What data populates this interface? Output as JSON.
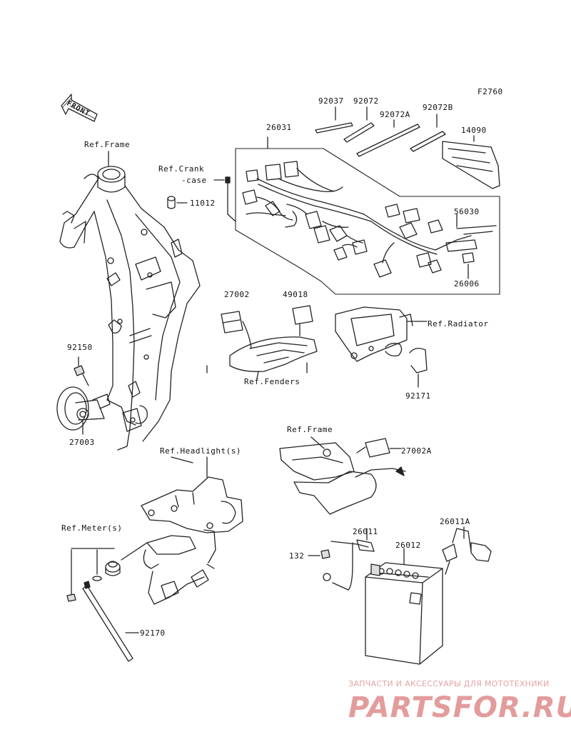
{
  "diagram_code": "F2760",
  "front_label": "FRONT",
  "labels": {
    "ref_frame_top": "Ref.Frame",
    "ref_crankcase_1": "Ref.Crank",
    "ref_crankcase_2": "-case",
    "p11012": "11012",
    "p92037": "92037",
    "p92072": "92072",
    "p92072A": "92072A",
    "p92072B": "92072B",
    "p14090": "14090",
    "p26031": "26031",
    "p56030": "56030",
    "p26006": "26006",
    "p27002": "27002",
    "p49018": "49018",
    "ref_radiator": "Ref.Radiator",
    "ref_fenders": "Ref.Fenders",
    "p92171": "92171",
    "p92150": "92150",
    "p27003": "27003",
    "ref_frame_mid": "Ref.Frame",
    "p27002A": "27002A",
    "ref_headlight": "Ref.Headlight(s)",
    "ref_meter": "Ref.Meter(s)",
    "p26011": "26011",
    "p26011A": "26011A",
    "p132": "132",
    "p26012": "26012",
    "p92170": "92170"
  },
  "watermark": {
    "caption": "ЗАПЧАСТИ И АКСЕССУАРЫ ДЛЯ МОТОТЕХНИКИ",
    "logo": "PARTSFOR.RU"
  }
}
